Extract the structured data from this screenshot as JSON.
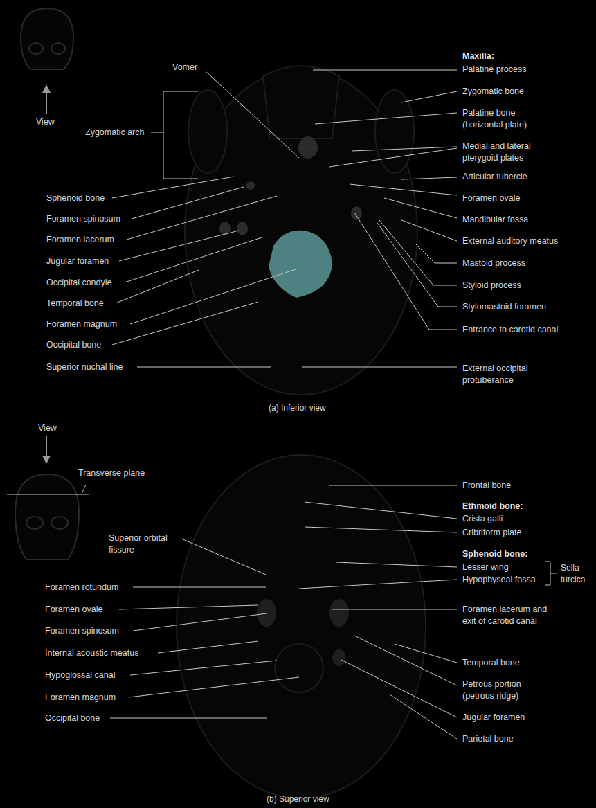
{
  "diagram": {
    "labels": [
      "Maxilla:",
      "Palatine process",
      "Vomer",
      "Zygomatic bone",
      "Palatine bone (horizontal plate)",
      "Medial and lateral pterygoid plates",
      "Zygomatic arch",
      "Articular tubercle",
      "View",
      "Sphenoid bone",
      "Foramen ovale",
      "Foramen spinosum",
      "Mandibular fossa",
      "Foramen lacerum",
      "External auditory meatus",
      "Jugular foramen",
      "Mastoid process",
      "Occipital condyle",
      "Styloid process",
      "Temporal bone",
      "Stylomastoid  foramen",
      "Foramen magnum",
      "Entrance to carotid canal",
      "Occipital bone",
      "Superior nuchal line",
      "External occipital protuberance",
      "(a) Inferior view",
      "View",
      "Transverse plane",
      "Frontal bone",
      "Ethmoid bone:",
      "Crista galli",
      "Cribriform plate",
      "Superior orbital fissure",
      "Sphenoid bone:",
      "Lesser wing",
      "Hypophyseal fossa",
      "Sella turcica",
      "Foramen rotundum",
      "Foramen ovale",
      "Foramen lacerum and exit of carotid canal",
      "Foramen spinosum",
      "Internal acoustic meatus",
      "Temporal bone",
      "Hypoglossal canal",
      "Petrous portion (petrous ridge)",
      "Foramen magnum",
      "Jugular foramen",
      "Occipital bone",
      "Parietal bone",
      "(b) Superior view"
    ]
  }
}
